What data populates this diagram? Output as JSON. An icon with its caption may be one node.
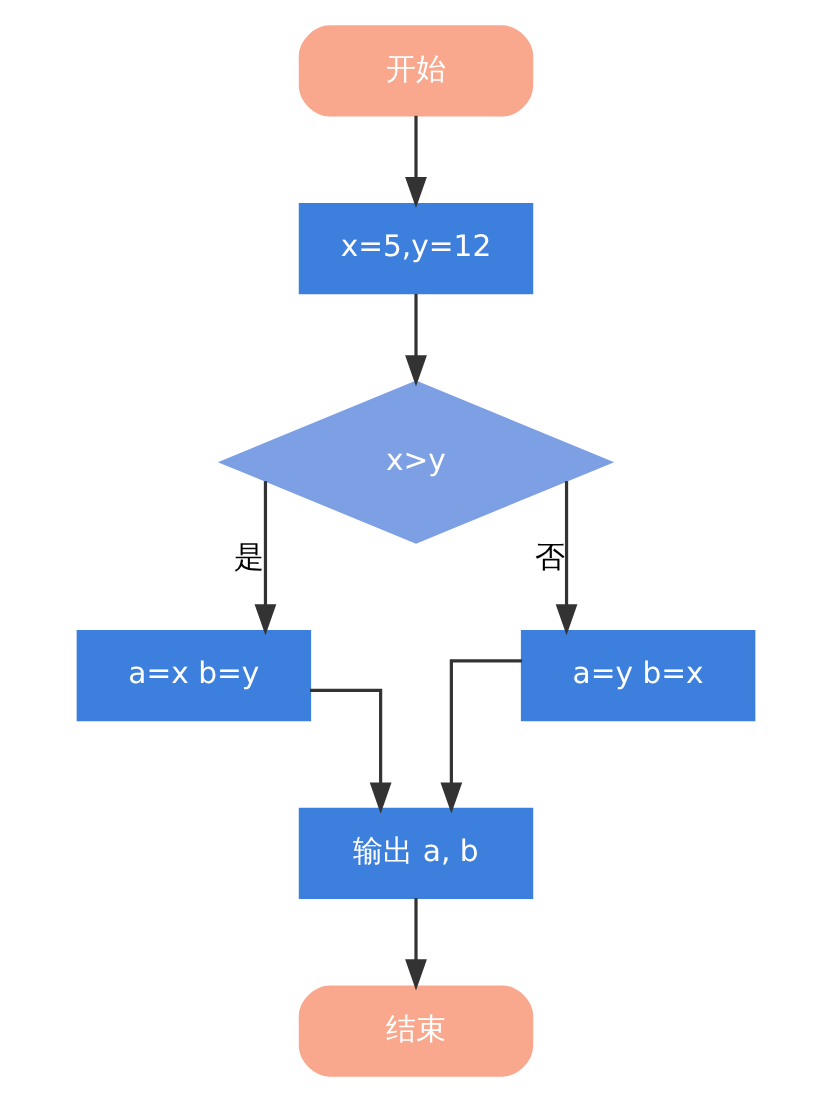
{
  "diagram": {
    "nodes": [
      {
        "text": [
          "开始"
        ]
      },
      {
        "text": [
          "x=5,y=12"
        ]
      },
      {
        "text": [
          "x>y"
        ]
      },
      {
        "text": [
          "a=x b=y"
        ]
      },
      {
        "text": [
          "a=y b=x"
        ]
      },
      {
        "text": [
          "输出 a, b"
        ]
      },
      {
        "text": [
          "结束"
        ]
      }
    ],
    "edges": [
      {
        "from": 0,
        "to": 1,
        "arrow": "to"
      },
      {
        "from": 1,
        "to": 2,
        "arrow": "to"
      },
      {
        "from": 2,
        "to": 3,
        "arrow": "to",
        "label": "是"
      },
      {
        "from": 2,
        "to": 4,
        "arrow": "to",
        "label": "否"
      },
      {
        "from": 3,
        "to": 5,
        "arrow": "to"
      },
      {
        "from": 4,
        "to": 5,
        "arrow": "to"
      },
      {
        "from": 5,
        "to": 6,
        "arrow": "to"
      }
    ]
  }
}
